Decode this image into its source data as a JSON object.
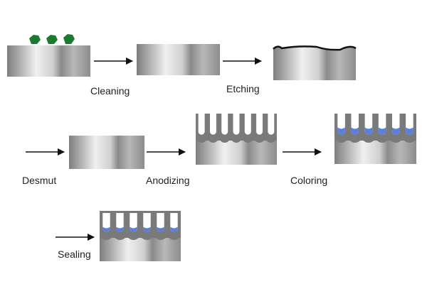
{
  "title": "Aluminum anodizing process steps",
  "colors": {
    "dirt": "#1a7a2e",
    "dye": "#5b7fe0",
    "oxide": "#7a7a7a",
    "arrow": "#111111",
    "etch_edge": "#111111"
  },
  "steps": [
    {
      "id": "initial",
      "label": "",
      "state": "dirty metal"
    },
    {
      "id": "cleaning",
      "label": "Cleaning",
      "state": "clean metal"
    },
    {
      "id": "etching",
      "label": "Etching",
      "state": "etched surface"
    },
    {
      "id": "desmut",
      "label": "Desmut",
      "state": "desmutted metal"
    },
    {
      "id": "anodizing",
      "label": "Anodizing",
      "state": "porous oxide layer"
    },
    {
      "id": "coloring",
      "label": "Coloring",
      "state": "dyed pores"
    },
    {
      "id": "sealing",
      "label": "Sealing",
      "state": "sealed pores"
    }
  ]
}
